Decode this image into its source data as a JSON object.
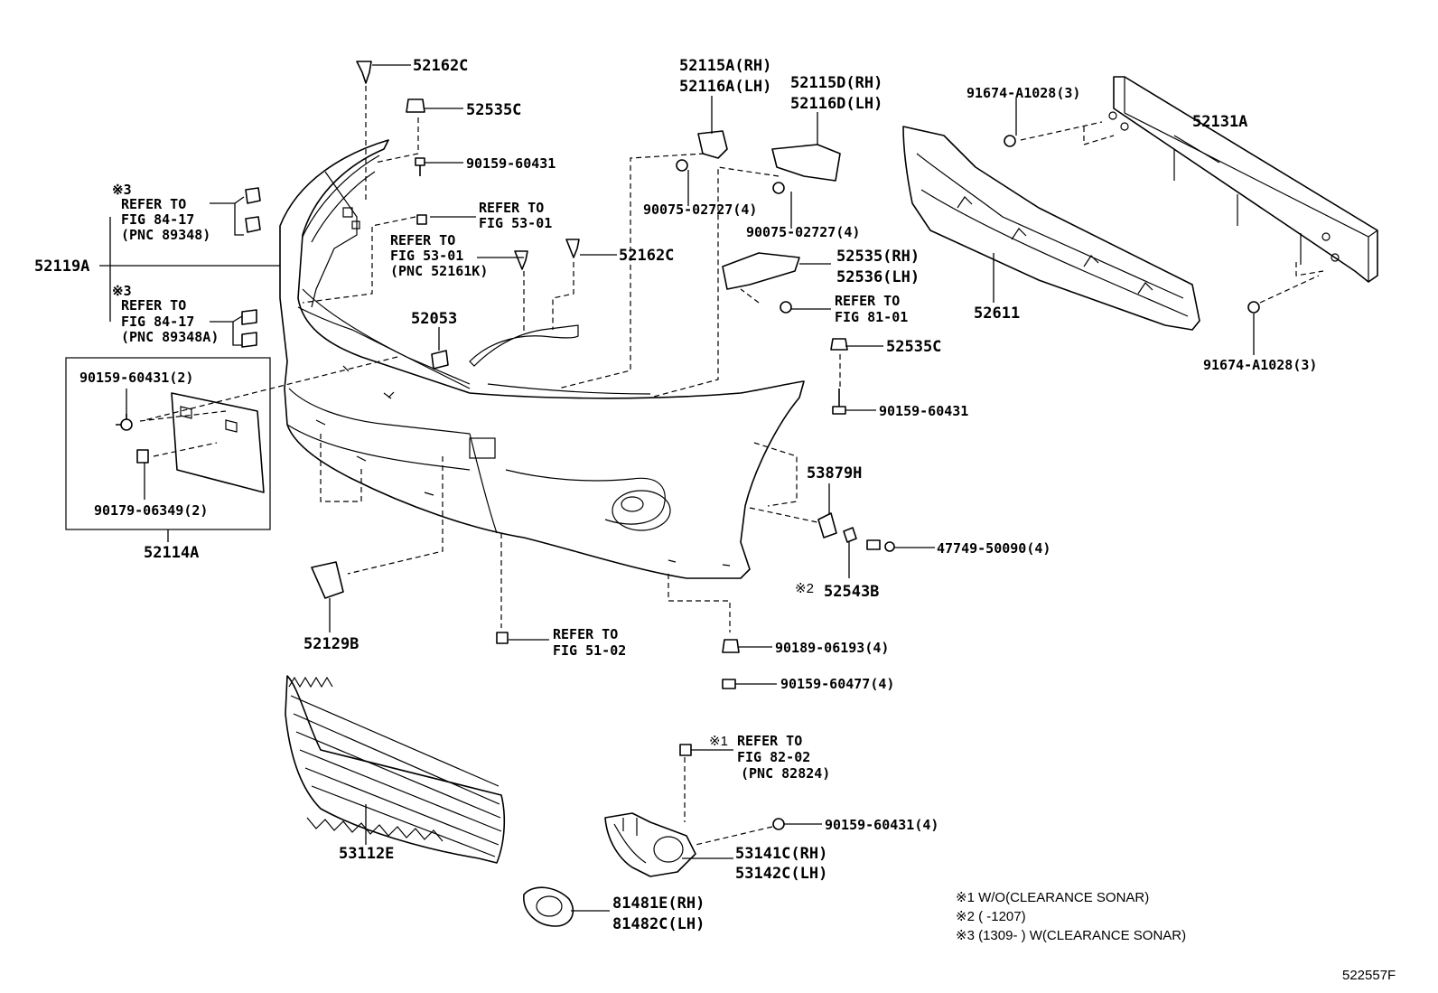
{
  "labels": {
    "p52162C_top": "52162C",
    "p52535C_top": "52535C",
    "p90159_60431_top": "90159-60431",
    "note3a_mark": "※3",
    "note3a_l1": "REFER TO",
    "note3a_l2": "FIG 84-17",
    "note3a_l3": "(PNC 89348)",
    "p52119A": "52119A",
    "note3b_mark": "※3",
    "note3b_l1": "REFER TO",
    "note3b_l2": "FIG 84-17",
    "note3b_l3": "(PNC 89348A)",
    "ref5301a_l1": "REFER TO",
    "ref5301a_l2": "FIG 53-01",
    "ref5301b_l1": "REFER TO",
    "ref5301b_l2": "FIG 53-01",
    "ref5301b_l3": "(PNC 52161K)",
    "p52162C_mid": "52162C",
    "p52053": "52053",
    "p90159_60431_2": "90159-60431(2)",
    "p90179_06349_2": "90179-06349(2)",
    "p52114A": "52114A",
    "p52115A": "52115A(RH)",
    "p52116A": "52116A(LH)",
    "p52115D": "52115D(RH)",
    "p52116D": "52116D(LH)",
    "p90075_a": "90075-02727(4)",
    "p90075_b": "90075-02727(4)",
    "p52535RH": "52535(RH)",
    "p52536LH": "52536(LH)",
    "ref8101_l1": "REFER TO",
    "ref8101_l2": "FIG 81-01",
    "p52535C_right": "52535C",
    "p90159_60431_right": "90159-60431",
    "p91674_top": "91674-A1028(3)",
    "p52131A": "52131A",
    "p52611": "52611",
    "p91674_bottom": "91674-A1028(3)",
    "p53879H": "53879H",
    "p47749": "47749-50090(4)",
    "note2_mark": "※2",
    "p52543B": "52543B",
    "p52129B": "52129B",
    "ref5102_l1": "REFER TO",
    "ref5102_l2": "FIG 51-02",
    "p90189": "90189-06193(4)",
    "p90159_60477": "90159-60477(4)",
    "note1_mark": "※1",
    "ref8202_l1": "REFER TO",
    "ref8202_l2": "FIG 82-02",
    "ref8202_l3": "(PNC 82824)",
    "p90159_60431_4": "90159-60431(4)",
    "p53141C": "53141C(RH)",
    "p53142C": "53142C(LH)",
    "p53112E": "53112E",
    "p81481E": "81481E(RH)",
    "p81482C": "81482C(LH)",
    "legend1": "※1 W/O(CLEARANCE SONAR)",
    "legend2": "※2 (      -1207)",
    "legend3": "※3 (1309-       ) W(CLEARANCE SONAR)",
    "code": "522557F"
  }
}
